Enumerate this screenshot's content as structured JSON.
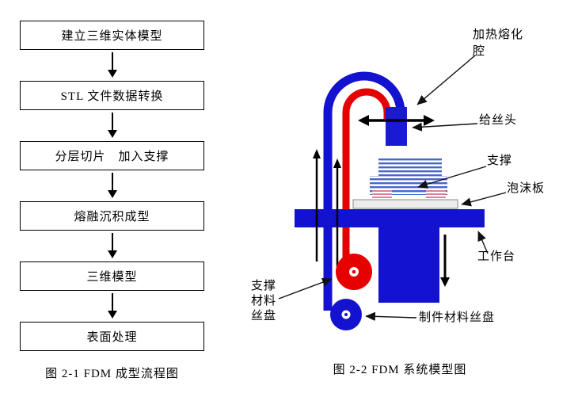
{
  "flowchart": {
    "steps": [
      "建立三维实体模型",
      "STL 文件数据转换",
      "分层切片　加入支撑",
      "熔融沉积成型",
      "三维模型",
      "表面处理"
    ],
    "caption": "图 2-1 FDM 成型流程图"
  },
  "diagram": {
    "labels": {
      "heater": "加热熔化腔",
      "feed_head": "给丝头",
      "support": "支撑",
      "foam_board": "泡沫板",
      "worktable": "工作台",
      "support_spool": "支撑材料丝盘",
      "part_spool": "制件材料丝盘"
    },
    "caption": "图 2-2 FDM 系统模型图",
    "colors": {
      "blue": "#1212cf",
      "red": "#e60000",
      "black": "#000000",
      "foam_gray": "#ececec",
      "stripe_blue": "#4a66cc",
      "stripe_pink": "#e08098"
    }
  }
}
